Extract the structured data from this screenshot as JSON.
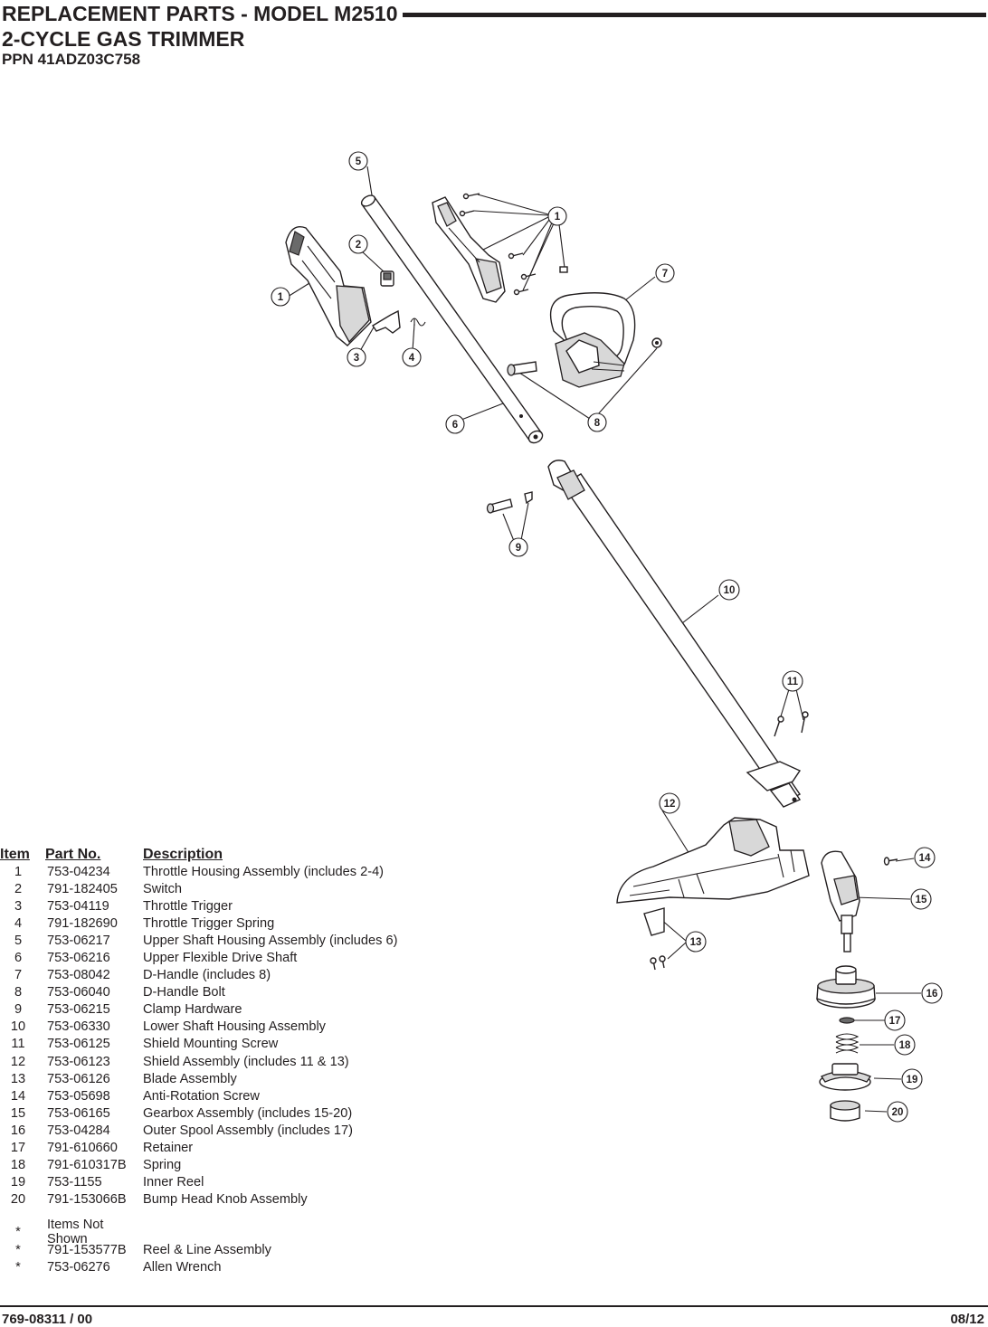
{
  "header": {
    "title": "REPLACEMENT PARTS - MODEL M2510",
    "subtitle": "2-CYCLE GAS TRIMMER",
    "ppn": "PPN 41ADZ03C758"
  },
  "callouts": [
    "1",
    "2",
    "3",
    "4",
    "5",
    "6",
    "7",
    "8",
    "9",
    "10",
    "11",
    "12",
    "13",
    "14",
    "15",
    "16",
    "17",
    "18",
    "19",
    "20"
  ],
  "table": {
    "headers": {
      "item": "Item",
      "part_no": "Part No.",
      "description": "Description"
    },
    "rows": [
      {
        "item": "1",
        "part_no": "753-04234",
        "description": "Throttle Housing Assembly (includes 2-4)"
      },
      {
        "item": "2",
        "part_no": "791-182405",
        "description": "Switch"
      },
      {
        "item": "3",
        "part_no": "753-04119",
        "description": "Throttle Trigger"
      },
      {
        "item": "4",
        "part_no": "791-182690",
        "description": "Throttle Trigger Spring"
      },
      {
        "item": "5",
        "part_no": "753-06217",
        "description": "Upper Shaft Housing Assembly (includes 6)"
      },
      {
        "item": "6",
        "part_no": "753-06216",
        "description": "Upper Flexible Drive Shaft"
      },
      {
        "item": "7",
        "part_no": "753-08042",
        "description": "D-Handle (includes 8)"
      },
      {
        "item": "8",
        "part_no": "753-06040",
        "description": "D-Handle Bolt"
      },
      {
        "item": "9",
        "part_no": "753-06215",
        "description": "Clamp Hardware"
      },
      {
        "item": "10",
        "part_no": "753-06330",
        "description": "Lower Shaft Housing Assembly"
      },
      {
        "item": "11",
        "part_no": "753-06125",
        "description": "Shield Mounting Screw"
      },
      {
        "item": "12",
        "part_no": "753-06123",
        "description": "Shield Assembly (includes 11 & 13)"
      },
      {
        "item": "13",
        "part_no": "753-06126",
        "description": "Blade Assembly"
      },
      {
        "item": "14",
        "part_no": "753-05698",
        "description": "Anti-Rotation Screw"
      },
      {
        "item": "15",
        "part_no": "753-06165",
        "description": "Gearbox Assembly (includes 15-20)"
      },
      {
        "item": "16",
        "part_no": "753-04284",
        "description": "Outer Spool Assembly (includes 17)"
      },
      {
        "item": "17",
        "part_no": "791-610660",
        "description": "Retainer"
      },
      {
        "item": "18",
        "part_no": "791-610317B",
        "description": "Spring"
      },
      {
        "item": "19",
        "part_no": "753-1155",
        "description": "Inner Reel"
      },
      {
        "item": "20",
        "part_no": "791-153066B",
        "description": "Bump Head Knob Assembly"
      }
    ],
    "notes": [
      {
        "item": "*",
        "part_no": "Items Not Shown",
        "description": ""
      },
      {
        "item": "*",
        "part_no": "791-153577B",
        "description": "Reel & Line Assembly"
      },
      {
        "item": "*",
        "part_no": "753-06276",
        "description": "Allen Wrench"
      }
    ]
  },
  "footer": {
    "doc_number": "769-08311 / 00",
    "date": "08/12"
  }
}
